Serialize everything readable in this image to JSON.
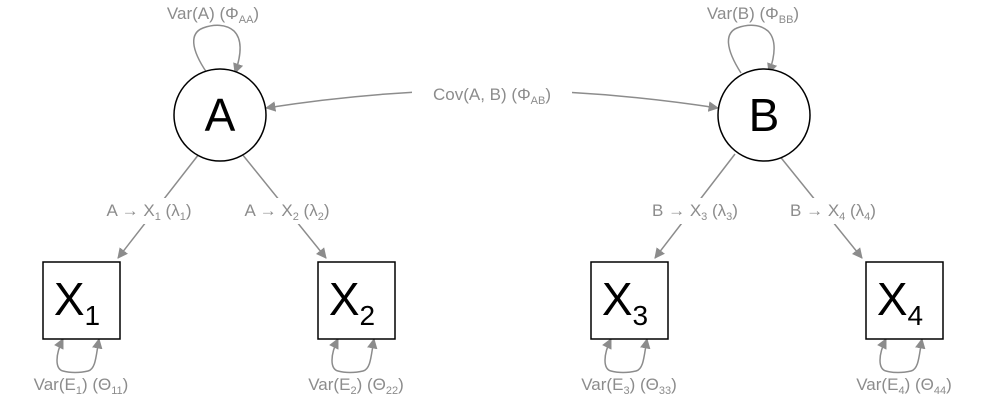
{
  "diagram": {
    "latent_nodes": [
      {
        "id": "A",
        "label": "A"
      },
      {
        "id": "B",
        "label": "B"
      }
    ],
    "observed_nodes": [
      {
        "id": "X1",
        "label": "X",
        "sub": "1"
      },
      {
        "id": "X2",
        "label": "X",
        "sub": "2"
      },
      {
        "id": "X3",
        "label": "X",
        "sub": "3"
      },
      {
        "id": "X4",
        "label": "X",
        "sub": "4"
      }
    ],
    "latent_variance": [
      {
        "node": "A",
        "text": "Var(A) (",
        "greek": "Φ",
        "sub": "AA",
        "close": ")"
      },
      {
        "node": "B",
        "text": "Var(B) (",
        "greek": "Φ",
        "sub": "BB",
        "close": ")"
      }
    ],
    "covariance": {
      "text": "Cov(A, B) (",
      "greek": "Φ",
      "sub": "AB",
      "close": ")"
    },
    "loadings": [
      {
        "from": "A",
        "to": "X1",
        "pre": "A → X",
        "xsub": "1",
        "mid": " (",
        "greek": "λ",
        "sub": "1",
        "close": ")"
      },
      {
        "from": "A",
        "to": "X2",
        "pre": "A → X",
        "xsub": "2",
        "mid": " (",
        "greek": "λ",
        "sub": "2",
        "close": ")"
      },
      {
        "from": "B",
        "to": "X3",
        "pre": "B → X",
        "xsub": "3",
        "mid": " (",
        "greek": "λ",
        "sub": "3",
        "close": ")"
      },
      {
        "from": "B",
        "to": "X4",
        "pre": "B → X",
        "xsub": "4",
        "mid": " (",
        "greek": "λ",
        "sub": "4",
        "close": ")"
      }
    ],
    "error_variance": [
      {
        "node": "X1",
        "pre": "Var(E",
        "esub": "1",
        "mid": ") (",
        "greek": "Θ",
        "sub": "11",
        "close": ")"
      },
      {
        "node": "X2",
        "pre": "Var(E",
        "esub": "2",
        "mid": ") (",
        "greek": "Θ",
        "sub": "22",
        "close": ")"
      },
      {
        "node": "X3",
        "pre": "Var(E",
        "esub": "3",
        "mid": ") (",
        "greek": "Θ",
        "sub": "33",
        "close": ")"
      },
      {
        "node": "X4",
        "pre": "Var(E",
        "esub": "4",
        "mid": ") (",
        "greek": "Θ",
        "sub": "44",
        "close": ")"
      }
    ],
    "colors": {
      "edge": "#8c8c8c",
      "node_stroke": "#000000",
      "node_fill": "#ffffff",
      "label": "#8c8c8c"
    }
  }
}
